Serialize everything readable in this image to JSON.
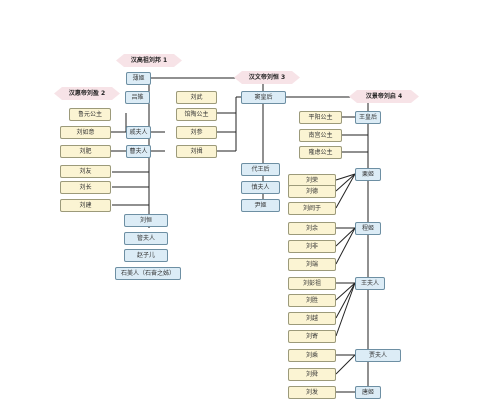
{
  "emperors": {
    "gaozu": "汉高祖刘邦 1",
    "huidi": "汉惠帝刘盈 2",
    "wendi": "汉文帝刘恒 3",
    "jingdi": "汉景帝刘启 4"
  },
  "gaozu_branch": {
    "consort_top": "薄姬",
    "empress": "吕雉",
    "lu_children": [
      "鲁元公主"
    ],
    "consorts": [
      "戚夫人",
      "曹夫人"
    ],
    "consort_children_left": [
      "刘如意",
      "刘肥",
      "刘友",
      "刘长",
      "刘建"
    ],
    "lower_consorts": [
      "刘恒",
      "管夫人",
      "赵子儿",
      "石美人（石奋之姊）"
    ]
  },
  "wendi_branch": {
    "sons_left": [
      "刘武",
      "馆陶公主",
      "刘参",
      "刘揖"
    ],
    "empress": "窦皇后",
    "consorts_below": [
      "代王后",
      "慎夫人",
      "尹姬"
    ]
  },
  "jingdi_branch": {
    "princesses": [
      "平阳公主",
      "南宫公主",
      "隆虑公主"
    ],
    "empress": "王皇后",
    "consorts": [
      "栗姬",
      "程姬",
      "王夫人",
      "贾夫人",
      "唐姬"
    ],
    "children": [
      "刘荣",
      "刘德",
      "刘阏于",
      "刘余",
      "刘非",
      "刘端",
      "刘彭祖",
      "刘胜",
      "刘越",
      "刘寄",
      "刘乘",
      "刘舜",
      "刘发"
    ]
  }
}
